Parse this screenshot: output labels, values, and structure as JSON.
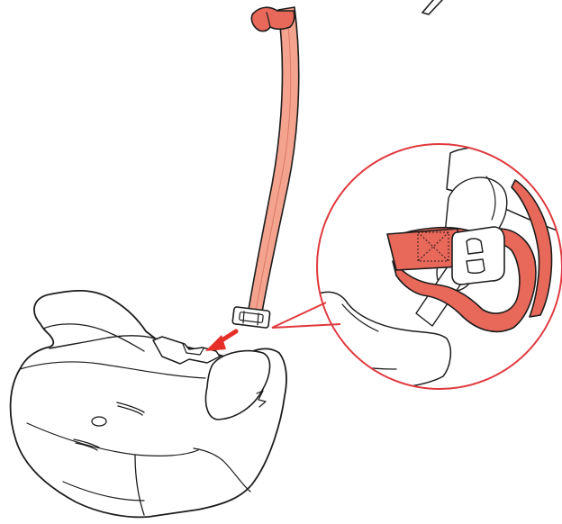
{
  "figure": {
    "subject": "booster-seat-strap-attachment",
    "colors": {
      "strap_fill": "#f4a38f",
      "strap_dark": "#e8685a",
      "zoom_circle": "#e0393e",
      "arrow": "#e52f28",
      "outline": "#1c1c1c",
      "seat_fill": "#ffffff"
    },
    "icons": [
      "booster-seat",
      "shoulder-strap",
      "strap-clip",
      "insert-arrow",
      "detail-magnifier"
    ]
  }
}
